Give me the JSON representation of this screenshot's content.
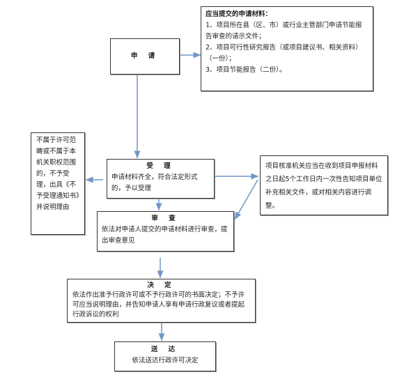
{
  "apply": {
    "title": "申 请"
  },
  "materials": {
    "title": "应当提交的申请材料：",
    "items": [
      "1、项目所在县（区、市）或行业主管部门申请节能报告审查的请示文件；",
      "2、项目可行性研究报告（或项目建议书、相关资料）（一份）；",
      "3、项目节能报告（二份）。"
    ]
  },
  "reject": {
    "text": "不属于许可范畴或不属于本机关职权范围的，不予受理，出具《不予受理通知书》并说明理由"
  },
  "accept": {
    "title": "受 理",
    "text": "申请材料齐全，符合法定形式的，予以受理"
  },
  "supplement": {
    "text": "项目核准机关应当在收到项目申报材料之日起5个工作日内一次性告知项目单位补充相关文件，或对相关内容进行调整。"
  },
  "review": {
    "title": "审 查",
    "text": "依法对申请人提交的申请材料进行审查，提出审查意见"
  },
  "decision": {
    "title": "决 定",
    "text": "依法作出准予行政许可或不予行政许可的书面决定；不予许可应当说明理由，并告知申请人享有申请行政复议或者提起行政诉讼的权利"
  },
  "delivery": {
    "title": "送 达",
    "text": "依法送达行政许可决定"
  },
  "colors": {
    "arrow": "#6f96c6",
    "border": "#333333"
  }
}
